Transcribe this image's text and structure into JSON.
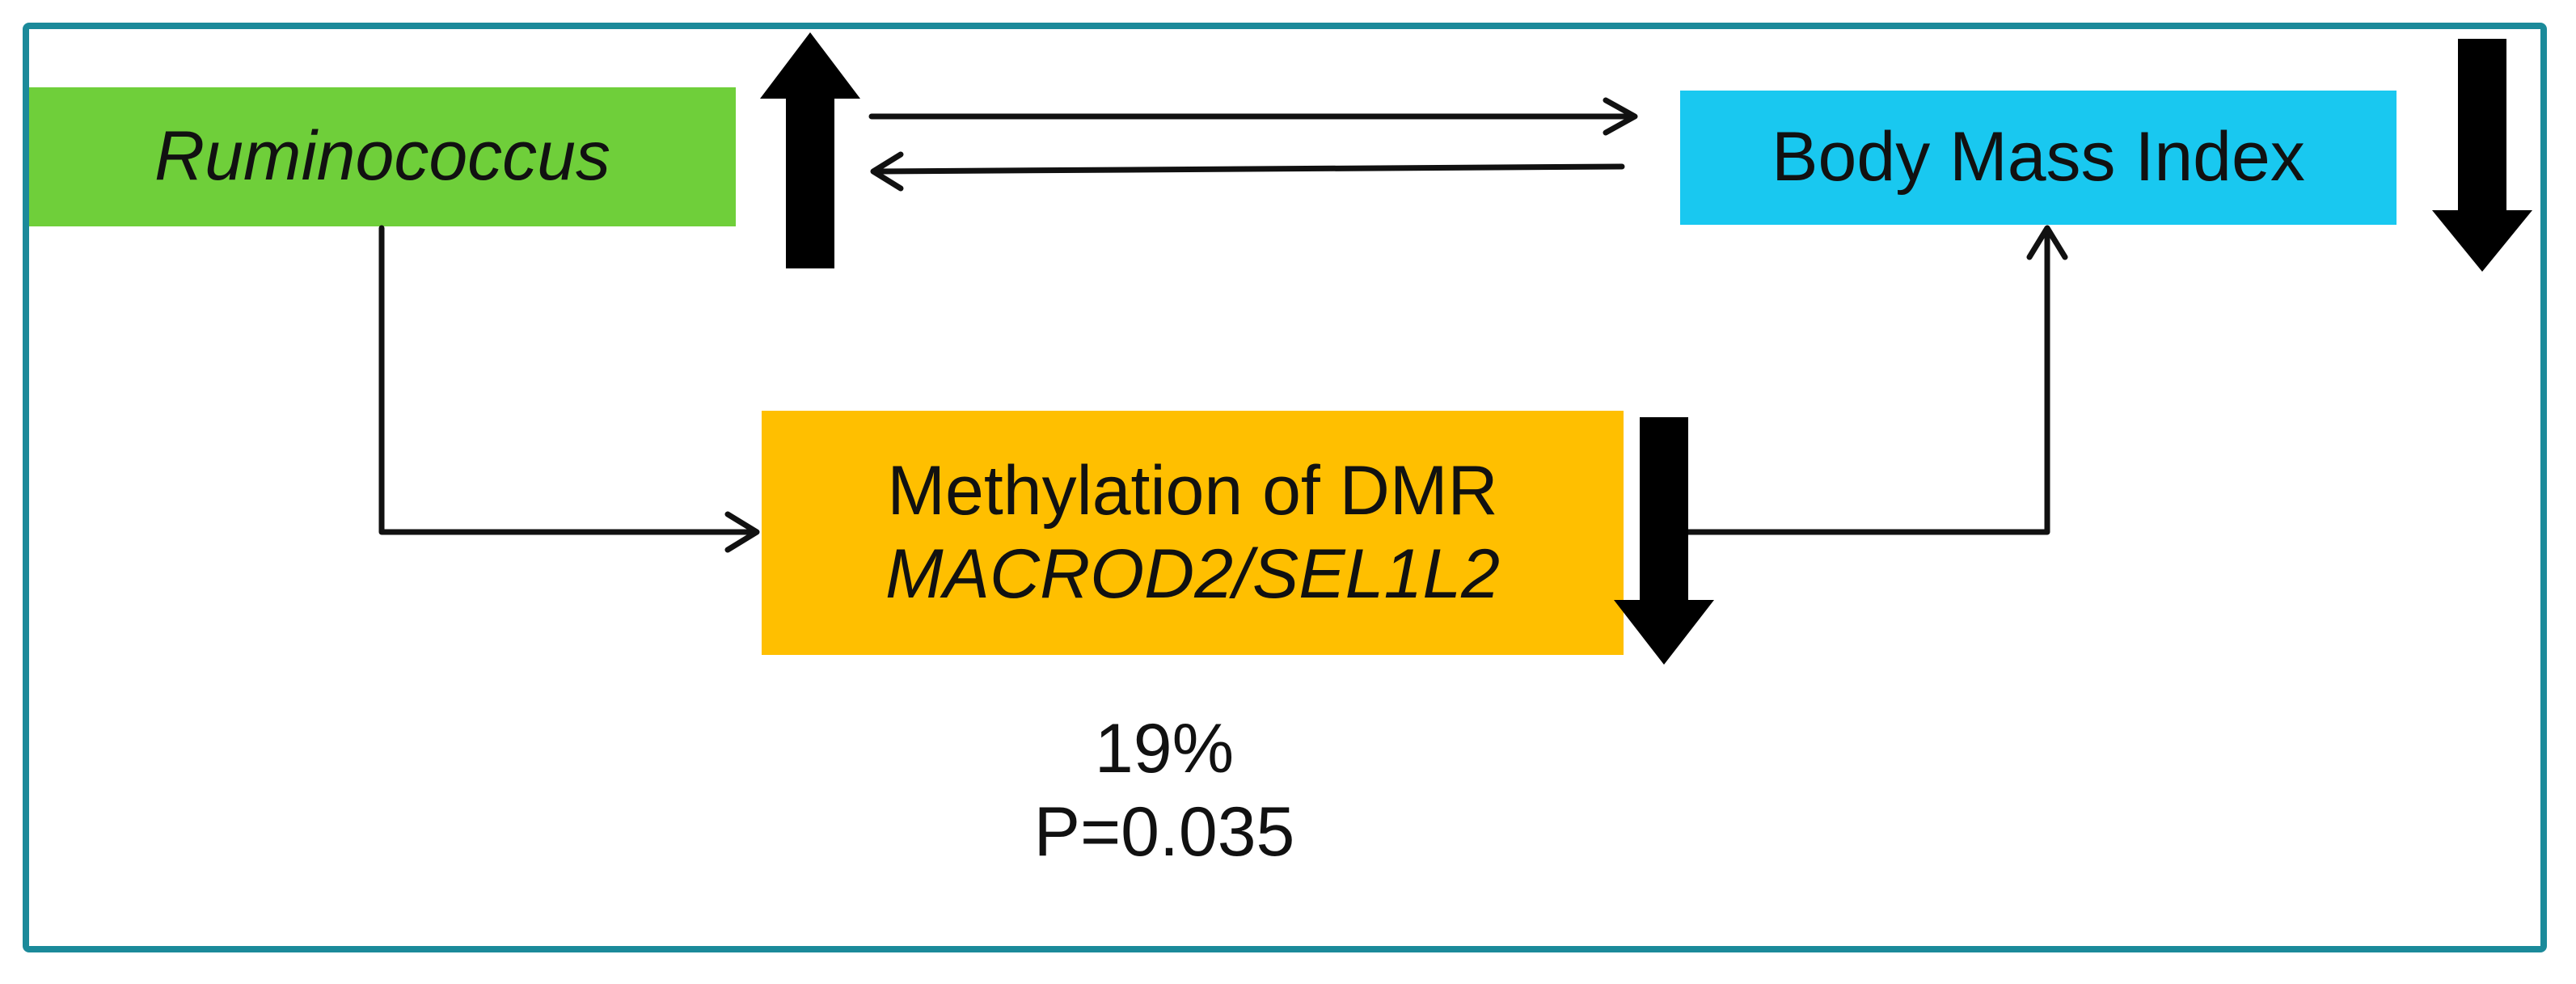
{
  "nodes": {
    "ruminococcus": {
      "label": "Ruminococcus",
      "color": "#6fcf3a"
    },
    "bmi": {
      "label": "Body Mass Index",
      "color": "#19c8f0"
    },
    "methylation": {
      "line1": "Methylation of DMR",
      "line2": "MACROD2/SEL1L2",
      "color": "#ffbf00"
    }
  },
  "indicators": {
    "ruminococcus": "up",
    "bmi": "down",
    "methylation": "down"
  },
  "mediation": {
    "percent": "19%",
    "p_value": "P=0.035"
  },
  "border_color": "#1b8a9a"
}
